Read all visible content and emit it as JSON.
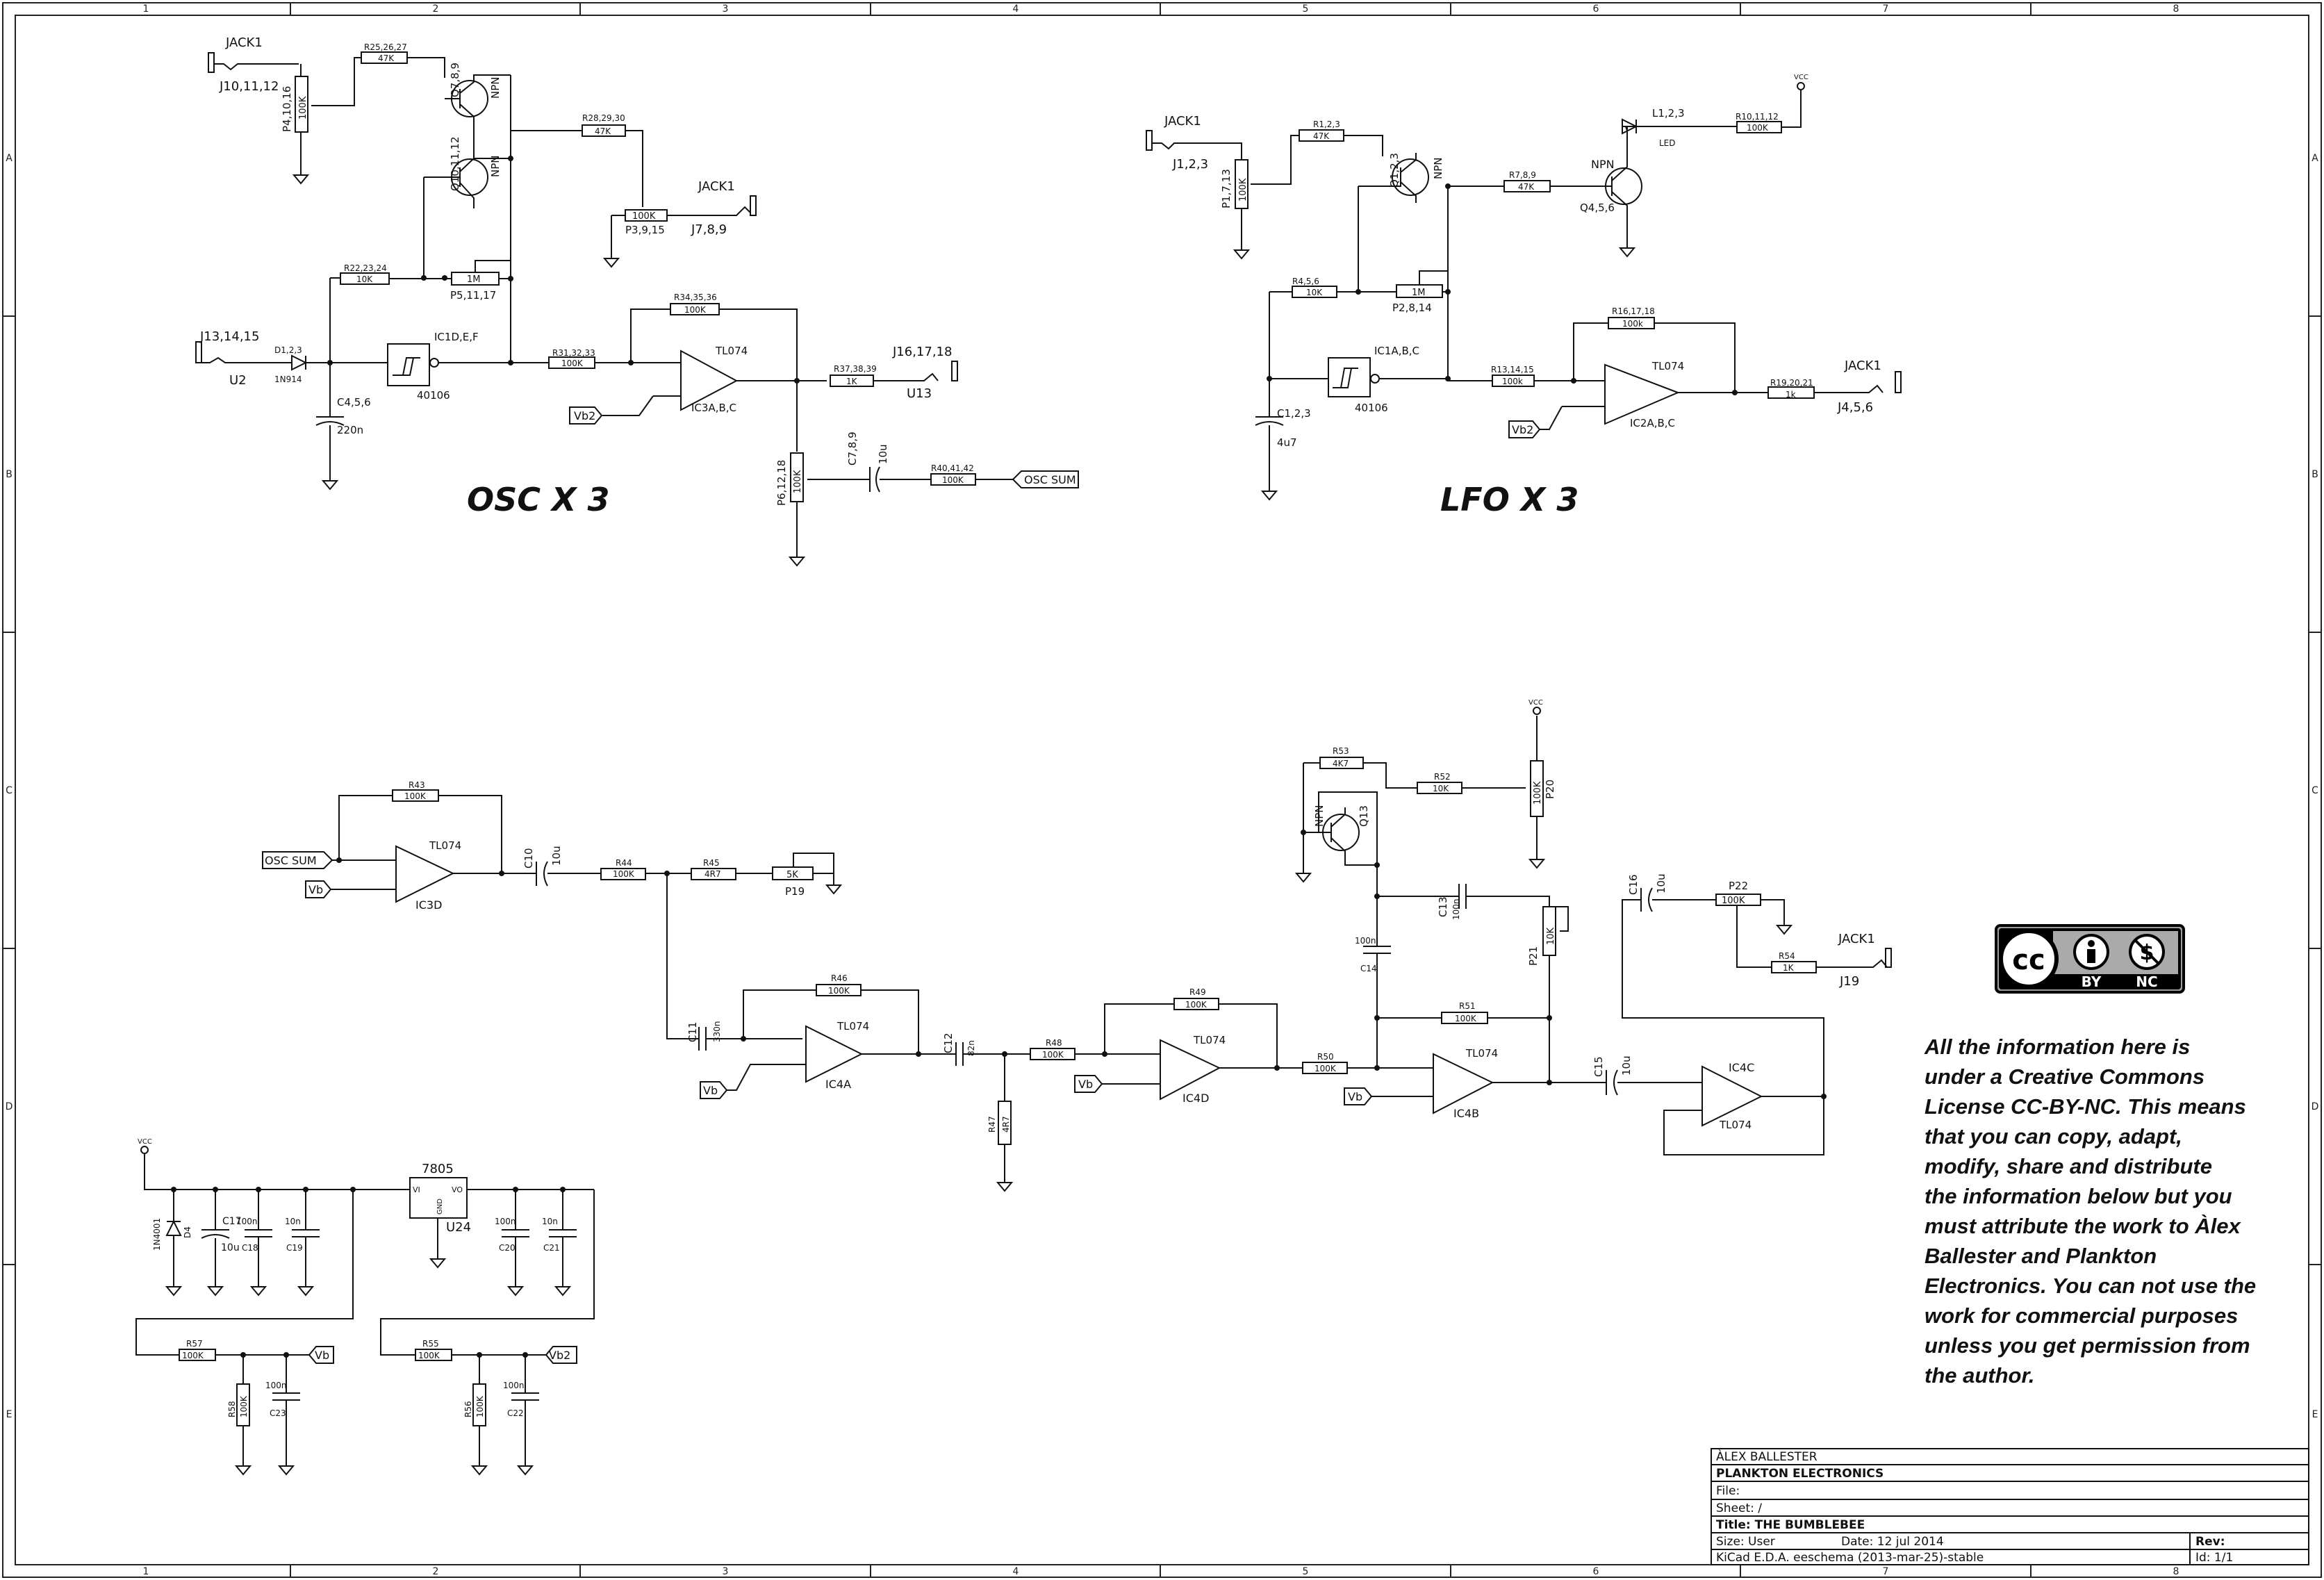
{
  "border": {
    "cols": [
      "1",
      "2",
      "3",
      "4",
      "5",
      "6",
      "7",
      "8"
    ],
    "rows": [
      "A",
      "B",
      "C",
      "D",
      "E"
    ]
  },
  "sections": {
    "osc": "OSC X 3",
    "lfo": "LFO X 3"
  },
  "osc": {
    "jack_top": "JACK1",
    "jack_top_ref": "J10,11,12",
    "p4_ref": "P4,10,16",
    "p4_val": "100K",
    "r25_ref": "R25,26,27",
    "r25_val": "47K",
    "q7_ref": "Q7,8,9",
    "q7_type": "NPN",
    "q10_ref": "Q10,11,12",
    "q10_type": "NPN",
    "r28_ref": "R28,29,30",
    "r28_val": "47K",
    "p3_val": "100K",
    "p3_ref": "P3,9,15",
    "jack_mid": "JACK1",
    "jack_mid_ref": "J7,8,9",
    "r22_ref": "R22,23,24",
    "r22_val": "10K",
    "p5_val": "1M",
    "p5_ref": "P5,11,17",
    "j13_ref": "J13,14,15",
    "u2": "U2",
    "d1_ref": "D1,2,3",
    "d1_val": "1N914",
    "ic1_ref": "IC1D,E,F",
    "ic1_part": "40106",
    "c4_ref": "C4,5,6",
    "c4_val": "220n",
    "r34_ref": "R34,35,36",
    "r34_val": "100K",
    "r31_ref": "R31,32,33",
    "r31_val": "100K",
    "op_part": "TL074",
    "op_ref": "IC3A,B,C",
    "r37_ref": "R37,38,39",
    "r37_val": "1K",
    "j16_ref": "J16,17,18",
    "u13": "U13",
    "vb2": "Vb2",
    "p6_ref": "P6,12,18",
    "p6_val": "100K",
    "c7_ref": "C7,8,9",
    "c7_val": "10u",
    "r40_ref": "R40,41,42",
    "r40_val": "100K",
    "osc_sum": "OSC SUM"
  },
  "lfo": {
    "jack_a": "JACK1",
    "j1_ref": "J1,2,3",
    "p1_ref": "P1,7,13",
    "p1_val": "100K",
    "r1_ref": "R1,2,3",
    "r1_val": "47K",
    "q1_ref": "Q1,2,3",
    "q1_type": "NPN",
    "r7_ref": "R7,8,9",
    "r7_val": "47K",
    "q4_type": "NPN",
    "q4_ref": "Q4,5,6",
    "l1_ref": "L1,2,3",
    "l1_val": "LED",
    "r10_ref": "R10,11,12",
    "r10_val": "100K",
    "vcc": "VCC",
    "r4_ref": "R4,5,6",
    "r4_val": "10K",
    "p2_val": "1M",
    "p2_ref": "P2,8,14",
    "ic1_ref": "IC1A,B,C",
    "ic1_part": "40106",
    "c1_ref": "C1,2,3",
    "c1_val": "4u7",
    "r16_ref": "R16,17,18",
    "r16_val": "100k",
    "r13_ref": "R13,14,15",
    "r13_val": "100k",
    "op_part": "TL074",
    "op_ref": "IC2A,B,C",
    "r19_ref": "R19,20,21",
    "r19_val": "1k",
    "jack_b": "JACK1",
    "j4_ref": "J4,5,6",
    "vb2": "Vb2"
  },
  "mix": {
    "r43_ref": "R43",
    "r43_val": "100K",
    "osc_sum": "OSC SUM",
    "vb": "Vb",
    "ic3d_part": "TL074",
    "ic3d_ref": "IC3D",
    "c10_ref": "C10",
    "c10_val": "10u",
    "r44_ref": "R44",
    "r44_val": "100K",
    "r45_ref": "R45",
    "r45_val": "4R7",
    "p19_val": "5K",
    "p19_ref": "P19",
    "c11_ref": "C11",
    "c11_val": "330n",
    "r46_ref": "R46",
    "r46_val": "100K",
    "ic4a_part": "TL074",
    "ic4a_ref": "IC4A",
    "c12_ref": "C12",
    "c12_val": "82n",
    "r48_ref": "R48",
    "r48_val": "100K",
    "r47_ref": "R47",
    "r47_val": "4R7",
    "r49_ref": "R49",
    "r49_val": "100K",
    "ic4d_part": "TL074",
    "ic4d_ref": "IC4D",
    "r53_ref": "R53",
    "r53_val": "4K7",
    "r52_ref": "R52",
    "r52_val": "10K",
    "p20_val": "100K",
    "p20_ref": "P20",
    "q13_type": "NPN",
    "q13_ref": "Q13",
    "c13_ref": "C13",
    "c13_val": "100n",
    "c14_ref": "C14",
    "c14_val": "100n",
    "p21_ref": "P21",
    "p21_val": "10K",
    "r51_ref": "R51",
    "r51_val": "100K",
    "r50_ref": "R50",
    "r50_val": "100K",
    "ic4b_part": "TL074",
    "ic4b_ref": "IC4B",
    "c15_ref": "C15",
    "c15_val": "10u",
    "c16_ref": "C16",
    "c16_val": "10u",
    "p22_ref": "P22",
    "p22_val": "100K",
    "r54_ref": "R54",
    "r54_val": "1K",
    "jack": "JACK1",
    "j19": "J19",
    "ic4c_ref": "IC4C",
    "ic4c_part": "TL074",
    "vcc": "VCC"
  },
  "power": {
    "vcc": "VCC",
    "reg": "7805",
    "reg_vi": "VI",
    "reg_vo": "VO",
    "reg_gnd": "GND",
    "reg_ref": "U24",
    "d4_val": "1N4001",
    "d4_ref": "D4",
    "c17_ref": "C17",
    "c17_val": "10u",
    "c18_ref": "C18",
    "c18_val": "100n",
    "c19_ref": "C19",
    "c19_val": "10n",
    "c20_ref": "C20",
    "c20_val": "100n",
    "c21_ref": "C21",
    "c21_val": "10n",
    "r57_ref": "R57",
    "r57_val": "100K",
    "r58_ref": "R58",
    "r58_val": "100K",
    "c23_ref": "C23",
    "c23_val": "100n",
    "r55_ref": "R55",
    "r55_val": "100K",
    "r56_ref": "R56",
    "r56_val": "100K",
    "c22_ref": "C22",
    "c22_val": "100n",
    "vb": "Vb",
    "vb2": "Vb2"
  },
  "license": {
    "cc": "cc",
    "by": "BY",
    "nc": "NC",
    "text": "All the information here is\nunder a Creative Commons\nLicense CC-BY-NC. This means\nthat you can copy, adapt,\nmodify, share and distribute\nthe information below but you\nmust attribute the work to Àlex\nBallester and Plankton\nElectronics. You can not use the\nwork for commercial purposes\nunless you get permission from\nthe author."
  },
  "title_block": {
    "author": "ÀLEX BALLESTER",
    "company": "PLANKTON ELECTRONICS",
    "file": "File:",
    "sheet": "Sheet: /",
    "title": "Title: THE BUMBLEBEE",
    "size": "Size: User",
    "date": "Date: 12 jul 2014",
    "rev": "Rev:",
    "tool": "KiCad E.D.A.  eeschema (2013-mar-25)-stable",
    "id": "Id: 1/1"
  }
}
